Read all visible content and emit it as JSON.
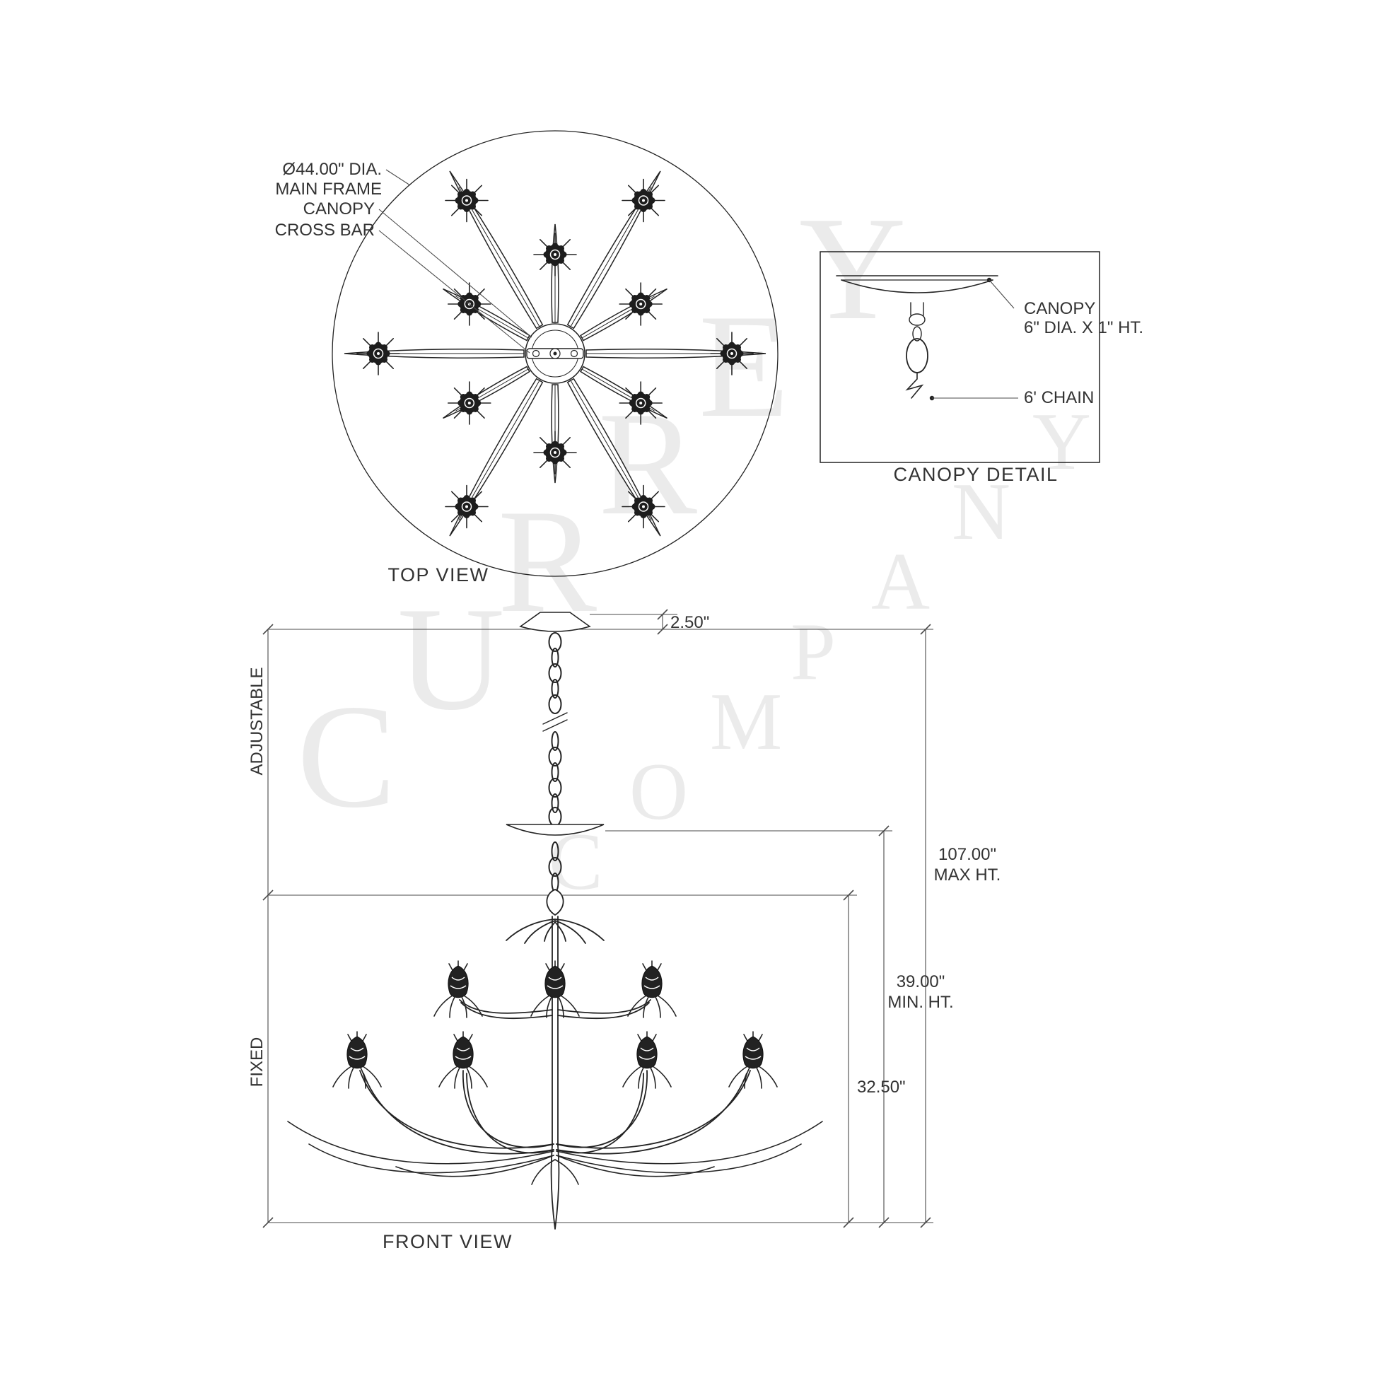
{
  "watermark": {
    "line1": "CURREY",
    "line2": "COMPANY"
  },
  "top_view": {
    "dia_label_line1": "Ø44.00\" DIA.",
    "dia_label_line2": "MAIN FRAME",
    "canopy_label": "CANOPY",
    "cross_bar_label": "CROSS BAR",
    "caption": "TOP VIEW"
  },
  "canopy_detail": {
    "canopy_label_line1": "CANOPY",
    "canopy_label_line2": "6\" DIA. X 1\" HT.",
    "chain_label": "6' CHAIN",
    "caption": "CANOPY DETAIL"
  },
  "front_view": {
    "canopy_height": "2.50\"",
    "adjustable_label": "ADJUSTABLE",
    "fixed_label": "FIXED",
    "max_height_line1": "107.00\"",
    "max_height_line2": "MAX HT.",
    "min_height_line1": "39.00\"",
    "min_height_line2": "MIN. HT.",
    "fixed_height": "32.50\"",
    "caption": "FRONT VIEW"
  },
  "colors": {
    "line": "#232323",
    "dimension": "#4a4a4a",
    "watermark": "#ebebeb",
    "background": "#ffffff"
  }
}
